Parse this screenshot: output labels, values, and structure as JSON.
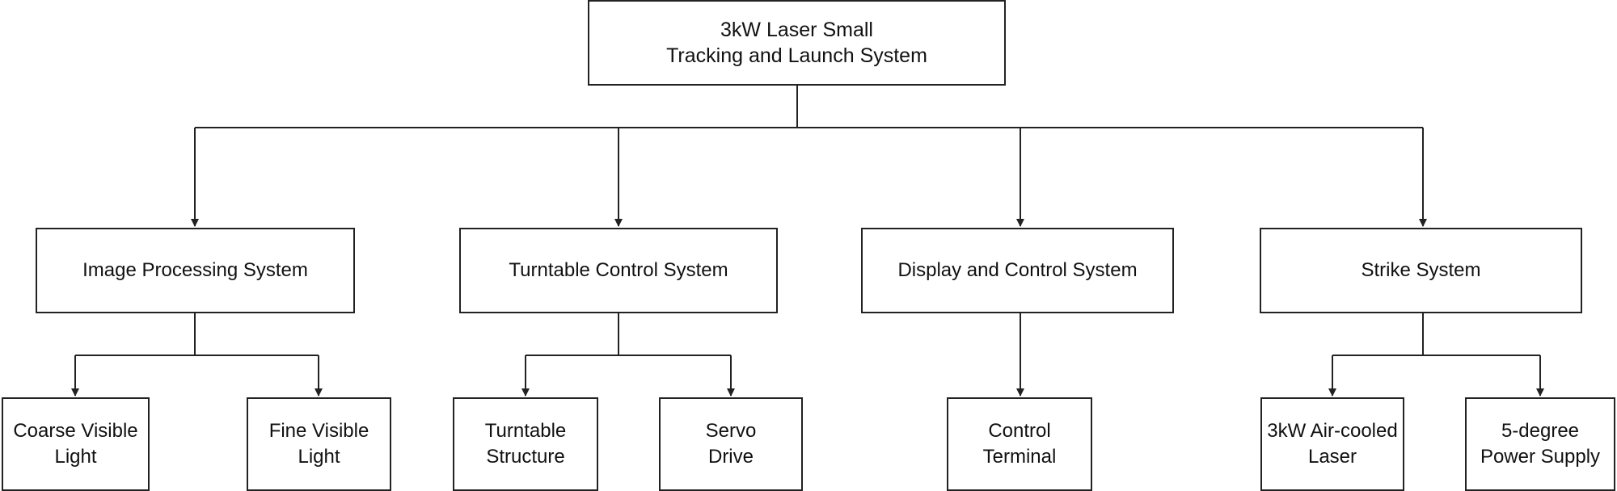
{
  "root": {
    "line1": "3kW Laser Small",
    "line2": "Tracking and Launch System"
  },
  "subsystems": [
    {
      "label": "Image Processing System"
    },
    {
      "label": "Turntable Control System"
    },
    {
      "label": "Display and Control System"
    },
    {
      "label": "Strike System"
    }
  ],
  "components": [
    {
      "line1": "Coarse Visible",
      "line2": "Light"
    },
    {
      "line1": "Fine Visible",
      "line2": "Light"
    },
    {
      "line1": "Turntable",
      "line2": "Structure"
    },
    {
      "line1": "Servo",
      "line2": "Drive"
    },
    {
      "line1": "Control",
      "line2": "Terminal"
    },
    {
      "line1": "3kW Air-cooled",
      "line2": "Laser"
    },
    {
      "line1": "5-degree",
      "line2": "Power Supply"
    }
  ],
  "colors": {
    "line": "#222222",
    "box_border": "#222222",
    "background": "#ffffff"
  }
}
